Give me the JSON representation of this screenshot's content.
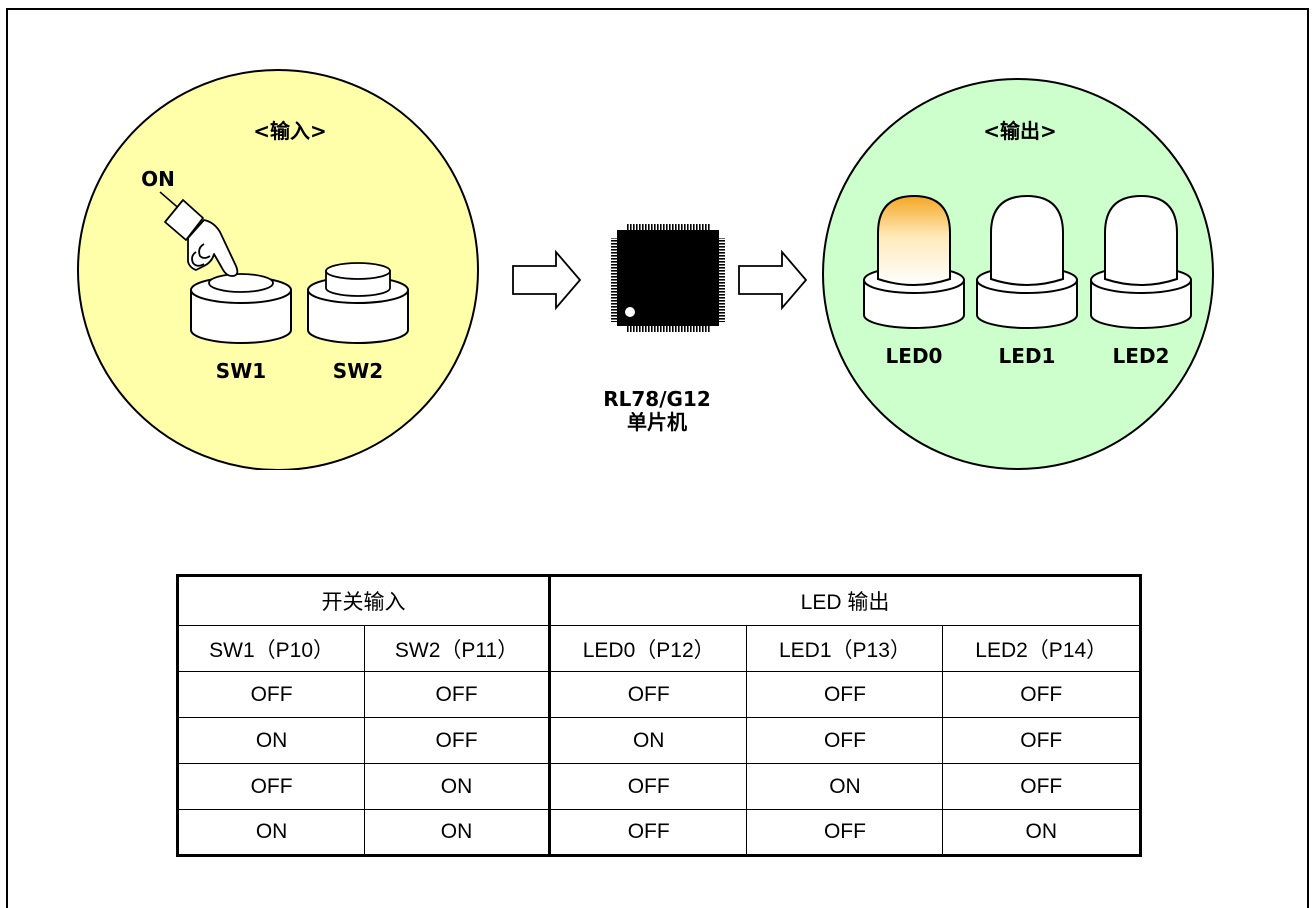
{
  "diagram": {
    "input_panel": {
      "title": "<输入>",
      "press_label": "ON",
      "switches": [
        "SW1",
        "SW2"
      ],
      "fill_color": "#ffffaa"
    },
    "mcu": {
      "name": "RL78/G12",
      "subtitle": "单片机"
    },
    "output_panel": {
      "title": "<输出>",
      "leds": [
        "LED0",
        "LED1",
        "LED2"
      ],
      "fill_color": "#ccffcc",
      "lit_led": "LED0",
      "lit_color": "#f5a623"
    },
    "arrow_icon": "hollow-right-arrow"
  },
  "table": {
    "group_headers": [
      "开关输入",
      "LED 输出"
    ],
    "columns": [
      "SW1（P10）",
      "SW2（P11）",
      "LED0（P12）",
      "LED1（P13）",
      "LED2（P14）"
    ],
    "rows": [
      [
        "OFF",
        "OFF",
        "OFF",
        "OFF",
        "OFF"
      ],
      [
        "ON",
        "OFF",
        "ON",
        "OFF",
        "OFF"
      ],
      [
        "OFF",
        "ON",
        "OFF",
        "ON",
        "OFF"
      ],
      [
        "ON",
        "ON",
        "OFF",
        "OFF",
        "ON"
      ]
    ]
  }
}
